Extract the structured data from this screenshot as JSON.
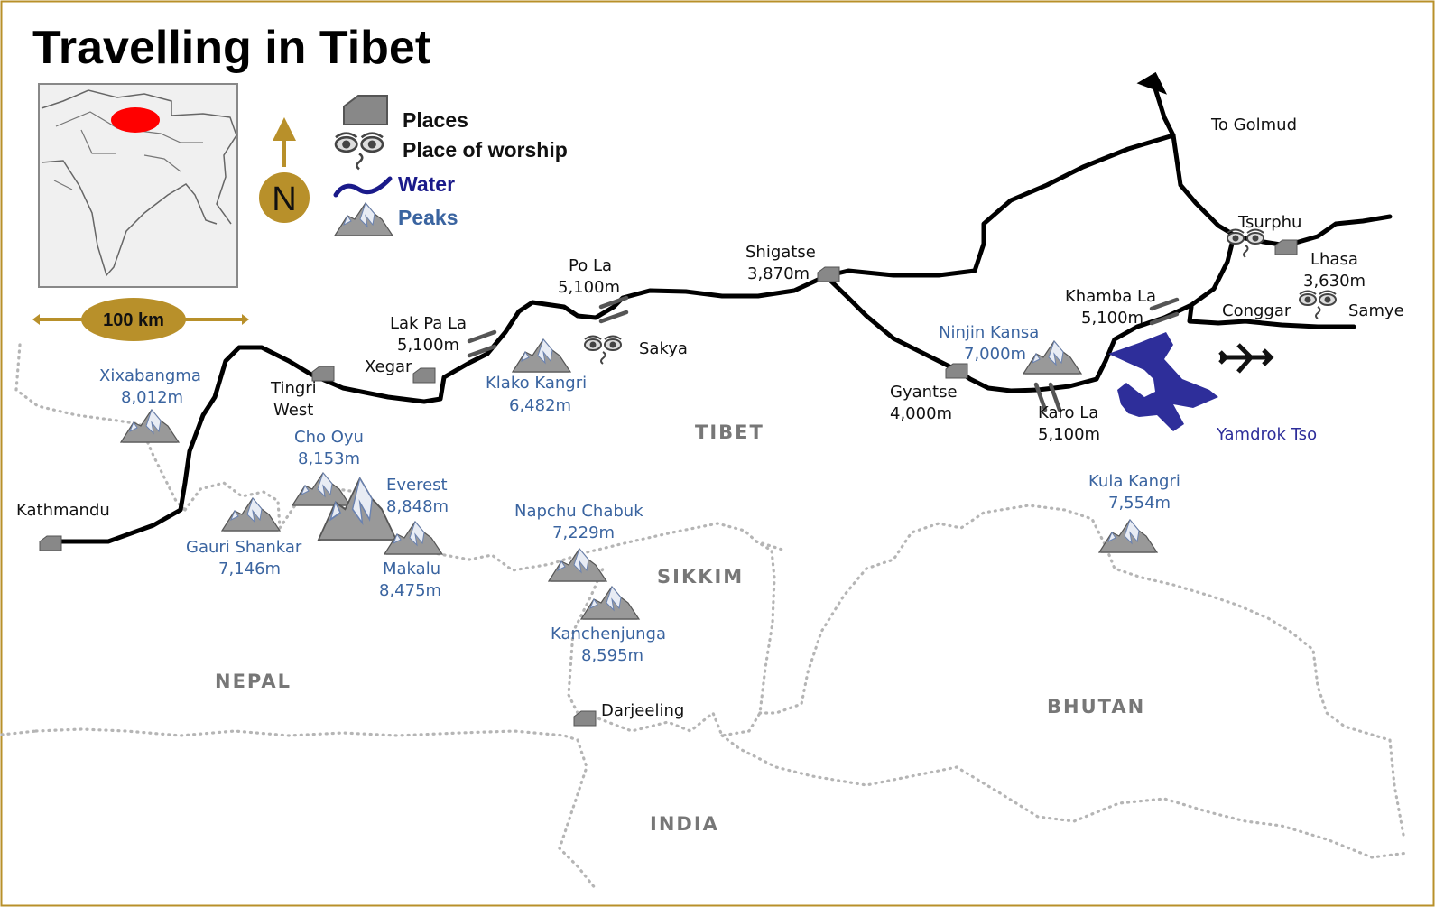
{
  "title": "Travelling in Tibet",
  "legend": {
    "places": "Places",
    "worship": "Place of worship",
    "water": "Water",
    "peaks": "Peaks",
    "north": "N",
    "scale": "100 km",
    "colors": {
      "water": "#1a1a8a",
      "peaks": "#3a64a0",
      "accent": "#b8902a",
      "inset_region": "#ff0000"
    }
  },
  "countries": {
    "tibet": "TIBET",
    "sikkim": "SIKKIM",
    "nepal": "NEPAL",
    "bhutan": "BHUTAN",
    "india": "INDIA"
  },
  "places": {
    "kathmandu": "Kathmandu",
    "tingri_1": "Tingri",
    "tingri_2": "West",
    "xegar": "Xegar",
    "lak_pa_la_name": "Lak Pa La",
    "lak_pa_la_alt": "5,100m",
    "po_la_name": "Po La",
    "po_la_alt": "5,100m",
    "sakya": "Sakya",
    "shigatse_name": "Shigatse",
    "shigatse_alt": "3,870m",
    "gyantse_name": "Gyantse",
    "gyantse_alt": "4,000m",
    "karo_la_name": "Karo La",
    "karo_la_alt": "5,100m",
    "khamba_la_name": "Khamba La",
    "khamba_la_alt": "5,100m",
    "tsurphu": "Tsurphu",
    "lhasa_name": "Lhasa",
    "lhasa_alt": "3,630m",
    "conggar": "Conggar",
    "samye": "Samye",
    "to_golmud": "To Golmud",
    "darjeeling": "Darjeeling"
  },
  "peaks": {
    "xixabangma_name": "Xixabangma",
    "xixabangma_alt": "8,012m",
    "cho_oyu_name": "Cho Oyu",
    "cho_oyu_alt": "8,153m",
    "everest_name": "Everest",
    "everest_alt": "8,848m",
    "gauri_name": "Gauri Shankar",
    "gauri_alt": "7,146m",
    "makalu_name": "Makalu",
    "makalu_alt": "8,475m",
    "klako_name": "Klako Kangri",
    "klako_alt": "6,482m",
    "napchu_name": "Napchu Chabuk",
    "napchu_alt": "7,229m",
    "kanchenjunga_name": "Kanchenjunga",
    "kanchenjunga_alt": "8,595m",
    "ninjin_name": "Ninjin Kansa",
    "ninjin_alt": "7,000m",
    "kula_name": "Kula Kangri",
    "kula_alt": "7,554m"
  },
  "water": {
    "yamdrok": "Yamdrok Tso"
  }
}
